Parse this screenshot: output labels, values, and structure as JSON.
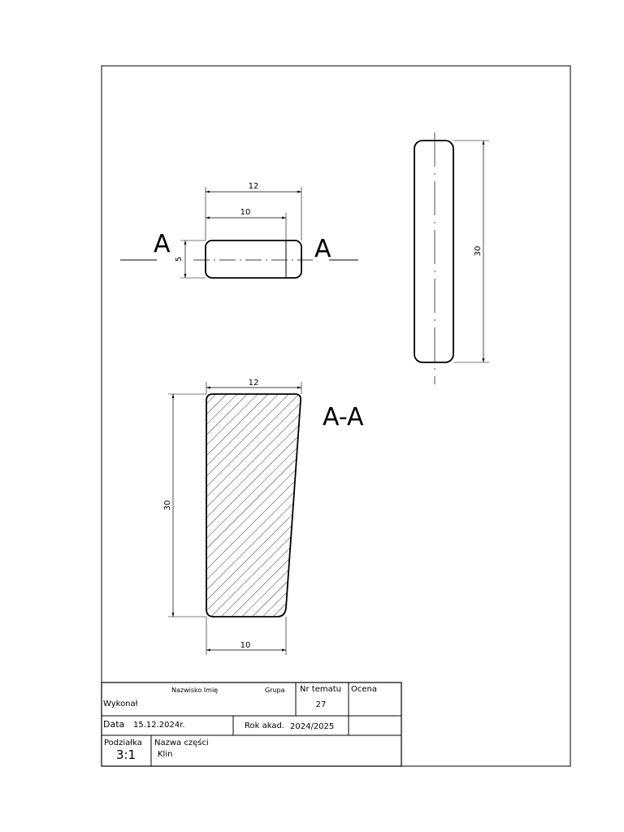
{
  "dimensions": {
    "top_width_outer": "12",
    "top_width_inner": "10",
    "top_height": "5",
    "side_length": "30",
    "section_width_top": "12",
    "section_height": "30",
    "section_width_bottom": "10"
  },
  "section_labels": {
    "left": "A",
    "right": "A",
    "section_title": "A-A"
  },
  "title_block": {
    "name_header": "Nazwisko  Imię",
    "group_header": "Grupa",
    "topic_no_header": "Nr tematu",
    "grade_header": "Ocena",
    "made_by_label": "Wykonał",
    "topic_no_value": "27",
    "date_label": "Data",
    "date_value": "15.12.2024r.",
    "year_label": "Rok akad.",
    "year_value": "2024/2025",
    "scale_label": "Podziałka",
    "scale_value": "3:1",
    "part_name_label": "Nazwa części",
    "part_name_value": "Klin"
  },
  "colors": {
    "line": "#000000",
    "paper": "#ffffff"
  }
}
